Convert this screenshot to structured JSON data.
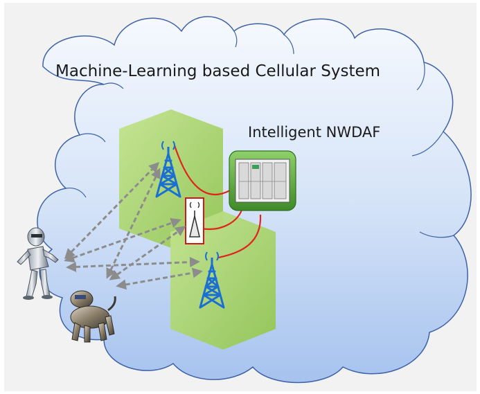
{
  "diagram": {
    "title": "Machine-Learning based Cellular System",
    "nwdaf_label": "Intelligent NWDAF"
  },
  "colors": {
    "cloud_fill_top": "#f3f7fd",
    "cloud_fill_bottom": "#a8c4ef",
    "cloud_stroke": "#3d62a8",
    "cell_fill": "#a9d46a",
    "tower": "#1a6fd3",
    "link_red": "#e0261c",
    "arrow_gray": "#8c8c8c",
    "server_green": "#5da33a"
  },
  "nodes": {
    "tower_1": "base-station-tower",
    "tower_2": "base-station-tower",
    "small_cell": "small-cell-antenna",
    "nwdaf": "nwdaf-server",
    "robot": "humanoid-robot",
    "robot_dog": "robot-dog"
  }
}
